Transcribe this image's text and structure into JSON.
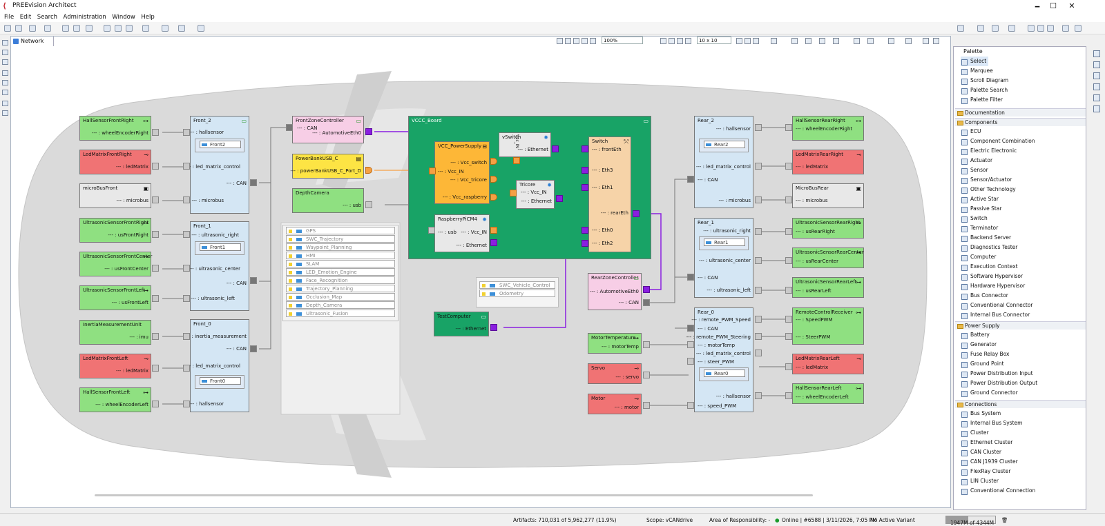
{
  "window": {
    "title": "PREEvision Architect",
    "minimize": "🗕",
    "maximize": "☐",
    "close": "✕"
  },
  "menu": [
    "File",
    "Edit",
    "Search",
    "Administration",
    "Window",
    "Help"
  ],
  "editor": {
    "tab": "Network",
    "zoom": "100%",
    "grid": "10 x 10"
  },
  "diagram": {
    "hall_front_right": {
      "title": "HallSensorFrontRight",
      "port": "--- : wheelEncoderRight"
    },
    "led_front_right": {
      "title": "LedMatrixFrontRight",
      "port": "--- : ledMatrix"
    },
    "microbus_front": {
      "title": "microBusFront",
      "port": "--- : microbus"
    },
    "us_front_right": {
      "title": "UltrasonicSensorFrontRight",
      "port": "--- : usFrontRight"
    },
    "us_front_center": {
      "title": "UltrasonicSensorFrontCenter",
      "port": "--- : usFrontCenter"
    },
    "us_front_left": {
      "title": "UltrasonicSensorFrontLeft",
      "port": "--- : usFrontLeft"
    },
    "imu": {
      "title": "InertiaMeasurementUnit",
      "port": "--- : imu"
    },
    "led_front_left": {
      "title": "LedMatrixFrontLeft",
      "port": "--- : ledMatrix"
    },
    "hall_front_left": {
      "title": "HallSensorFrontLeft",
      "port": "--- : wheelEncoderLeft"
    },
    "front2": {
      "title": "Front_2",
      "p1": "--- : hallsensor",
      "inner": "Front2",
      "p2": "--- : led_matrix_control",
      "p3": "--- : CAN",
      "p4": "--- : microbus"
    },
    "front1": {
      "title": "Front_1",
      "p1": "--- : ultrasonic_right",
      "inner": "Front1",
      "p2": "--- : ultrasonic_center",
      "p3": "--- : CAN",
      "p4": "--- : ultrasonic_left"
    },
    "front0": {
      "title": "Front_0",
      "p1": "--- : inertia_measurement",
      "p2": "--- : CAN",
      "p3": "--- : led_matrix_control",
      "inner": "Front0",
      "p4": "--- : hallsensor"
    },
    "fzc": {
      "title": "FrontZoneController",
      "p1": "--- : CAN",
      "p2": "--- : AutomotiveEth0"
    },
    "powerbank": {
      "title": "PowerBankUSB_C",
      "port": "--- : powerBankUSB_C_Port_D"
    },
    "depthcam": {
      "title": "DepthCamera",
      "port": "--- : usb"
    },
    "swc_list": [
      "GPS",
      "SWC_Trajectory",
      "Waypoint_Planning",
      "HMI",
      "SLAM",
      "LED_Emotion_Engine",
      "Face_Recognition",
      "Trajectory_Planning",
      "Occlusion_Map",
      "Depth_Camera",
      "Ultrasonic_Fusion"
    ],
    "vccc": {
      "title": "VCCC_Board"
    },
    "vcc_ps": {
      "title": "VCC_PowerSupply",
      "p1": "--- : Vcc_switch",
      "p2": "--- : Vcc_IN",
      "p3": "--- : Vcc_tricore",
      "p4": "--- : Vcc_raspberry"
    },
    "vswitch": {
      "title": "vSwitch",
      "side": "Vcc_IN",
      "port": "--- : Ethernet"
    },
    "tricore": {
      "title": "Tricore",
      "p1": "--- : Vcc_IN",
      "p2": "--- : Ethernet"
    },
    "rpi": {
      "title": "RaspberryPiCM4",
      "p1": "--- : usb",
      "p2": "--- : Vcc_IN",
      "p3": "--- : Ethernet"
    },
    "switch": {
      "title": "Switch",
      "p1": "--- : frontEth",
      "p2": "--- : Eth3",
      "p3": "--- : Eth1",
      "p4": "--- : rearEth",
      "p5": "--- : Eth0",
      "p6": "--- : Eth2"
    },
    "swc_vehicle": [
      "SWC_Vehicle_Control",
      "Odometry"
    ],
    "testcomputer": {
      "title": "TestComputer",
      "port": "--- : Ethernet"
    },
    "rzc": {
      "title": "RearZoneController",
      "p1": "--- : AutomotiveEth0",
      "p2": "--- : CAN"
    },
    "motortemp": {
      "title": "MotorTemperature",
      "port": "--- : motorTemp"
    },
    "servo": {
      "title": "Servo",
      "port": "--- : servo"
    },
    "motor": {
      "title": "Motor",
      "port": "--- : motor"
    },
    "rear2": {
      "title": "Rear_2",
      "p1": "--- : hallsensor",
      "inner": "Rear2",
      "p2": "--- : led_matrix_control",
      "p3": "--- : CAN",
      "p4": "--- : microbus"
    },
    "rear1": {
      "title": "Rear_1",
      "p1": "--- : ultrasonic_right",
      "inner": "Rear1",
      "p2": "--- : ultrasonic_center",
      "p3": "--- : CAN",
      "p4": "--- : ultrasonic_left"
    },
    "rear0": {
      "title": "Rear_0",
      "p1": "--- : remote_PWM_Speed",
      "p2": "--- : CAN",
      "p3": "--- : remote_PWM_Steering",
      "p4": "--- : motorTemp",
      "p5": "--- : led_matrix_control",
      "p6": "--- : steer_PWM",
      "inner": "Rear0",
      "p7": "--- : hallsensor",
      "p8": "--- : speed_PWM"
    },
    "hall_rear_right": {
      "title": "HallSensorRearRight",
      "port": "--- : wheelEncoderRight"
    },
    "led_rear_right": {
      "title": "LedMatrixRearRight",
      "port": "--- : ledMatrix"
    },
    "microbus_rear": {
      "title": "MicroBusRear",
      "port": "--- : microbus"
    },
    "us_rear_right": {
      "title": "UltrasonicSensorRearRight",
      "port": "--- : usRearRight"
    },
    "us_rear_center": {
      "title": "UltrasonicSensorRearCenter",
      "port": "--- : usRearCenter"
    },
    "us_rear_left": {
      "title": "UltrasonicSensorRearLeft",
      "port": "--- : usRearLeft"
    },
    "remote": {
      "title": "RemoteControlReceiver",
      "p1": "--- : SpeedPWM",
      "p2": "--- : SteerPWM"
    },
    "led_rear_left": {
      "title": "LedMatrixRearLeft",
      "port": "--- : ledMatrix"
    },
    "hall_rear_left": {
      "title": "HallSensorRearLeft",
      "port": "--- : wheelEncoderLeft"
    }
  },
  "palette": {
    "title": "Palette",
    "tools": [
      "Select",
      "Marquee",
      "Scroll Diagram",
      "Palette Search",
      "Palette Filter"
    ],
    "sections": {
      "documentation": "Documentation",
      "components": "Components",
      "power": "Power Supply",
      "connections": "Connections"
    },
    "components": [
      "ECU",
      "Component Combination",
      "Electric Electronic",
      "Actuator",
      "Sensor",
      "Sensor/Actuator",
      "Other Technology",
      "Active Star",
      "Passive Star",
      "Switch",
      "Terminator",
      "Backend Server",
      "Diagnostics Tester",
      "Computer",
      "Execution Context",
      "Software Hypervisor",
      "Hardware Hypervisor",
      "Bus Connector",
      "Conventional Connector",
      "Internal Bus Connector"
    ],
    "power": [
      "Battery",
      "Generator",
      "Fuse Relay Box",
      "Ground Point",
      "Power Distribution Input",
      "Power Distribution Output",
      "Ground Connector"
    ],
    "connections": [
      "Bus System",
      "Internal Bus System",
      "Cluster",
      "Ethernet Cluster",
      "CAN Cluster",
      "CAN J1939 Cluster",
      "FlexRay Cluster",
      "LIN Cluster",
      "Conventional Connection"
    ]
  },
  "status": {
    "artifacts": "Artifacts: 710,031 of 5,962,277 (11.9%)",
    "scope": "Scope: vCANdrive",
    "aor": "Area of Responsibility: -",
    "online": "Online | #6588 | 3/11/2026, 7:05 PM",
    "variant": "No Active Variant",
    "memory": "1947M of 4344M",
    "memory_fraction": 0.45
  }
}
